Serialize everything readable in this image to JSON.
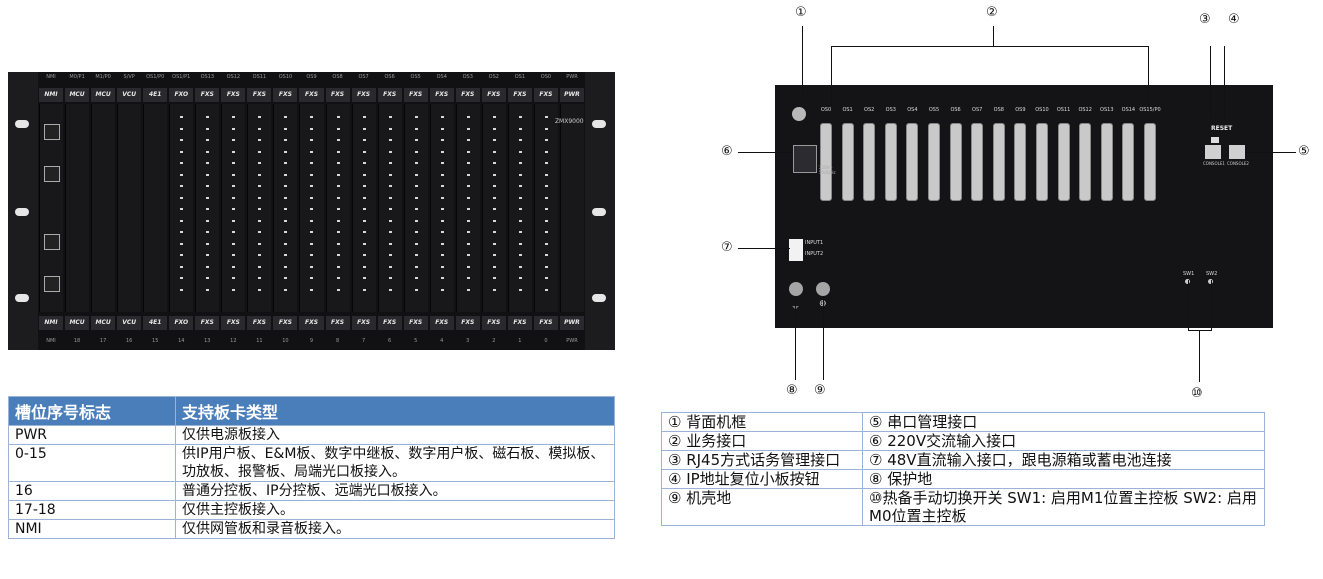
{
  "front_panel": {
    "top_labels": [
      "NMI",
      "M0/P1",
      "M1/P0",
      "S/VP",
      "OS1/P0",
      "OS1/P1",
      "OS13",
      "OS12",
      "OS11",
      "OS10",
      "OS9",
      "OS8",
      "OS7",
      "OS6",
      "OS5",
      "OS4",
      "OS3",
      "OS2",
      "OS1",
      "OS0",
      "PWR"
    ],
    "slot_labels": [
      "NMI",
      "MCU",
      "MCU",
      "VCU",
      "4E1",
      "FXO",
      "FXS",
      "FXS",
      "FXS",
      "FXS",
      "FXS",
      "FXS",
      "FXS",
      "FXS",
      "FXS",
      "FXS",
      "FXS",
      "FXS",
      "FXS",
      "FXS",
      "PWR"
    ],
    "bottom_labels": [
      "NMI",
      "MCU",
      "MCU",
      "VCU",
      "4E1",
      "FXO",
      "FXS",
      "FXS",
      "FXS",
      "FXS",
      "FXS",
      "FXS",
      "FXS",
      "FXS",
      "FXS",
      "FXS",
      "FXS",
      "FXS",
      "FXS",
      "FXS",
      "PWR"
    ],
    "slot_numbers": [
      "NMI",
      "18",
      "17",
      "16",
      "15",
      "14",
      "13",
      "12",
      "11",
      "10",
      "9",
      "8",
      "7",
      "6",
      "5",
      "4",
      "3",
      "2",
      "1",
      "0",
      "PWR"
    ],
    "model": "ZMX9000"
  },
  "slot_table": {
    "headers": [
      "槽位序号标志",
      "支持板卡类型"
    ],
    "rows": [
      {
        "slot": "PWR",
        "desc": "仅供电源板接入"
      },
      {
        "slot": "0-15",
        "desc": "供IP用户板、E&M板、数字中继板、数字用户板、磁石板、模拟板、功放板、报警板、局端光口板接入。"
      },
      {
        "slot": "16",
        "desc": "普通分控板、IP分控板、远端光口板接入。"
      },
      {
        "slot": "17-18",
        "desc": "仅供主控板接入。"
      },
      {
        "slot": "NMI",
        "desc": "仅供网管板和录音板接入。"
      }
    ]
  },
  "rear_panel": {
    "os_labels": [
      "OS0",
      "OS1",
      "OS2",
      "OS3",
      "OS4",
      "OS5",
      "OS6",
      "OS7",
      "OS8",
      "OS9",
      "OS10",
      "OS11",
      "OS12",
      "OS13",
      "OS14",
      "OS15/P0"
    ],
    "reset_label": "RESET",
    "console1_label": "CONSOLE1",
    "console2_label": "CONSOLE2",
    "sw1_label": "SW1",
    "sw2_label": "SW2",
    "input1_label": "INPUT1",
    "input2_label": "INPUT2",
    "ac_label": "220V~ 50/60Hz",
    "callouts": [
      "①",
      "②",
      "③",
      "④",
      "⑤",
      "⑥",
      "⑦",
      "⑧",
      "⑨",
      "⑩"
    ]
  },
  "legend_table": {
    "rows": [
      {
        "left": "① 背面机框",
        "right": "⑤ 串口管理接口"
      },
      {
        "left": "② 业务接口",
        "right": "⑥ 220V交流输入接口"
      },
      {
        "left": "③ RJ45方式话务管理接口",
        "right": "⑦ 48V直流输入接口，跟电源箱或蓄电池连接"
      },
      {
        "left": "④ IP地址复位小板按钮",
        "right": "⑧ 保护地"
      },
      {
        "left": "⑨ 机壳地",
        "right": "⑩热备手动切换开关 SW1: 启用M1位置主控板 SW2: 启用M0位置主控板"
      }
    ]
  },
  "colors": {
    "header_bg": "#4a7ebb",
    "border": "#9bb3d6",
    "panel": "#111113"
  }
}
